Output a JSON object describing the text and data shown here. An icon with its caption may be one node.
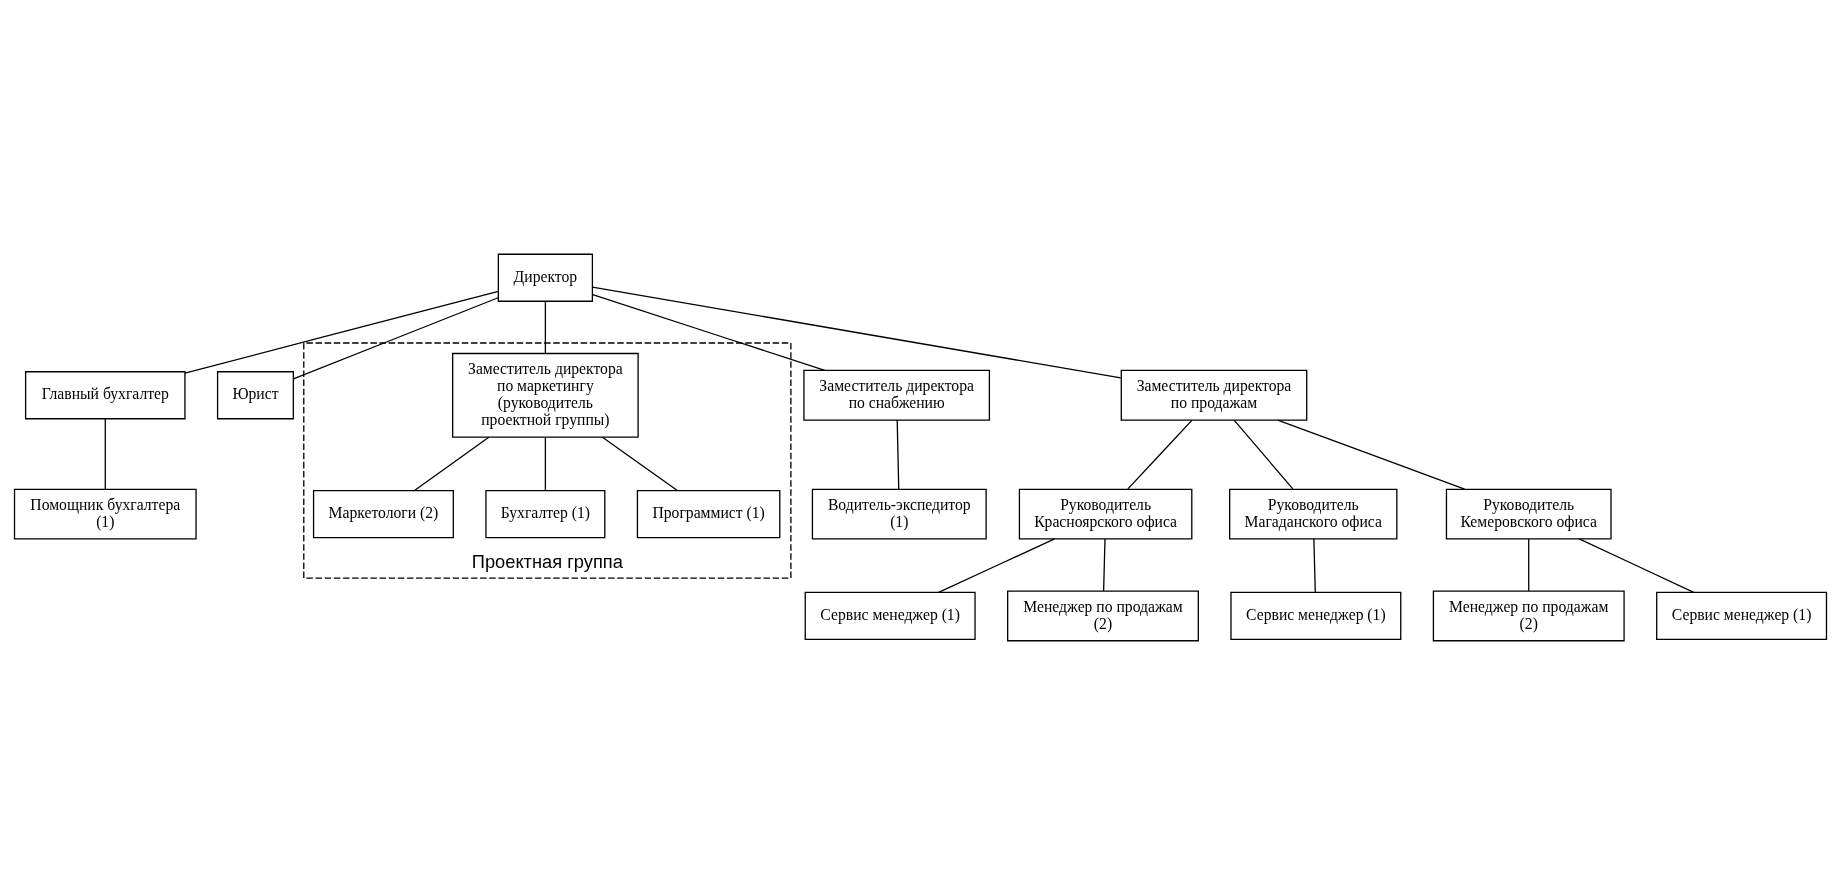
{
  "diagram": {
    "nodes": [
      {
        "text": [
          "Директор"
        ]
      },
      {
        "text": [
          "Главный бухгалтер"
        ]
      },
      {
        "text": [
          "Помощник бухгалтера (1)"
        ]
      },
      {
        "text": [
          "Юрист"
        ]
      },
      {
        "text": [
          "Заместитель директора по снабжению"
        ]
      },
      {
        "text": [
          "Водитель-экспедитор (1)"
        ]
      },
      {
        "text": [
          "Проектная группа"
        ]
      },
      {
        "text": [
          "Заместитель директора по маркетингу (руководитель проектной группы)"
        ],
        "in": 6
      },
      {
        "text": [
          "Маркетологи (2)"
        ],
        "in": 6
      },
      {
        "text": [
          "Бухгалтер (1)"
        ],
        "in": 6
      },
      {
        "text": [
          "Программист (1)"
        ],
        "in": 6
      },
      {
        "text": [
          "Заместитель директора по продажам"
        ]
      },
      {
        "text": [
          "Руководитель Красноярского офиса"
        ]
      },
      {
        "text": [
          "Руководитель Магаданского офиса"
        ]
      },
      {
        "text": [
          "Руководитель Кемеровского офиса"
        ]
      },
      {
        "text": [
          "Сервис менеджер (1)"
        ]
      },
      {
        "text": [
          "Менеджер по продажам (2)"
        ]
      },
      {
        "text": [
          "Сервис менеджер (1)"
        ]
      },
      {
        "text": [
          "Менеджер по продажам (2)"
        ]
      },
      {
        "text": [
          "Сервис менеджер (1)"
        ]
      }
    ],
    "edges": [
      {
        "from": 0,
        "to": 1,
        "arrow": "none"
      },
      {
        "from": 0,
        "to": 3,
        "arrow": "none"
      },
      {
        "from": 0,
        "to": 4,
        "arrow": "none"
      },
      {
        "from": 0,
        "to": 7,
        "arrow": "none"
      },
      {
        "from": 0,
        "to": 11,
        "arrow": "none"
      },
      {
        "from": 1,
        "to": 2,
        "arrow": "none"
      },
      {
        "from": 4,
        "to": 5,
        "arrow": "none"
      },
      {
        "from": 7,
        "to": 8,
        "arrow": "none"
      },
      {
        "from": 7,
        "to": 9,
        "arrow": "none"
      },
      {
        "from": 7,
        "to": 10,
        "arrow": "none"
      },
      {
        "from": 11,
        "to": 12,
        "arrow": "none"
      },
      {
        "from": 11,
        "to": 13,
        "arrow": "none"
      },
      {
        "from": 11,
        "to": 14,
        "arrow": "none"
      },
      {
        "from": 12,
        "to": 15,
        "arrow": "none"
      },
      {
        "from": 12,
        "to": 16,
        "arrow": "none"
      },
      {
        "from": 13,
        "to": 17,
        "arrow": "none"
      },
      {
        "from": 14,
        "to": 18,
        "arrow": "none"
      },
      {
        "from": 14,
        "to": 19,
        "arrow": "none"
      }
    ]
  }
}
